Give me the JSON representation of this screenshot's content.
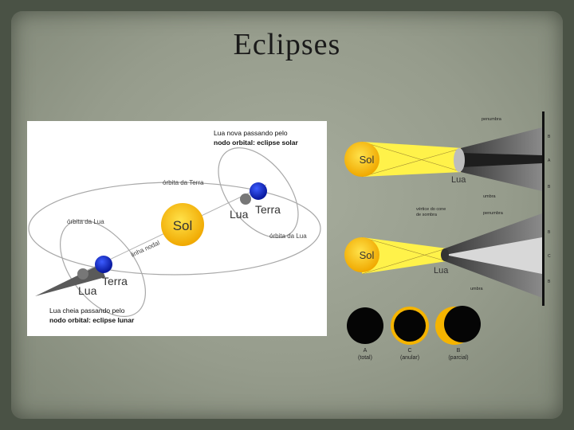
{
  "title": "Eclipses",
  "left_diagram": {
    "sun": "Sol",
    "orbit_earth": "órbita da Terra",
    "orbit_moon_left": "órbita da Lua",
    "orbit_moon_right": "órbita da Lua",
    "node_line": "linha nodal",
    "earth_top": "Terra",
    "moon_top": "Lua",
    "earth_bottom": "Terra",
    "moon_bottom": "Lua",
    "solar_caption_1": "Lua nova passando pelo",
    "solar_caption_2": "nodo orbital: eclipse solar",
    "lunar_caption_1": "Lua cheia passando pelo",
    "lunar_caption_2": "nodo orbital: eclipse lunar"
  },
  "right_diagram": {
    "sun_top": "Sol",
    "sun_bottom": "Sol",
    "moon_top": "Lua",
    "moon_bottom": "Lua",
    "penumbra_top": "penumbra",
    "umbra_top": "umbra",
    "vertex": [
      "vértice do cone",
      "de sombra"
    ],
    "penumbra_bottom": "penumbra",
    "umbra_bottom": "umbra",
    "edge_labels_top": [
      "B",
      "A",
      "B"
    ],
    "edge_labels_bottom": [
      "B",
      "C",
      "B"
    ]
  },
  "eclipse_types": [
    {
      "letter": "A",
      "desc": "(total)"
    },
    {
      "letter": "C",
      "desc": "(anular)"
    },
    {
      "letter": "B",
      "desc": "(parcial)"
    }
  ],
  "colors": {
    "sun": "#f5b400",
    "earth": "#1530c8",
    "shadow": "#4a4a4a",
    "beam": "#ffef4a"
  }
}
